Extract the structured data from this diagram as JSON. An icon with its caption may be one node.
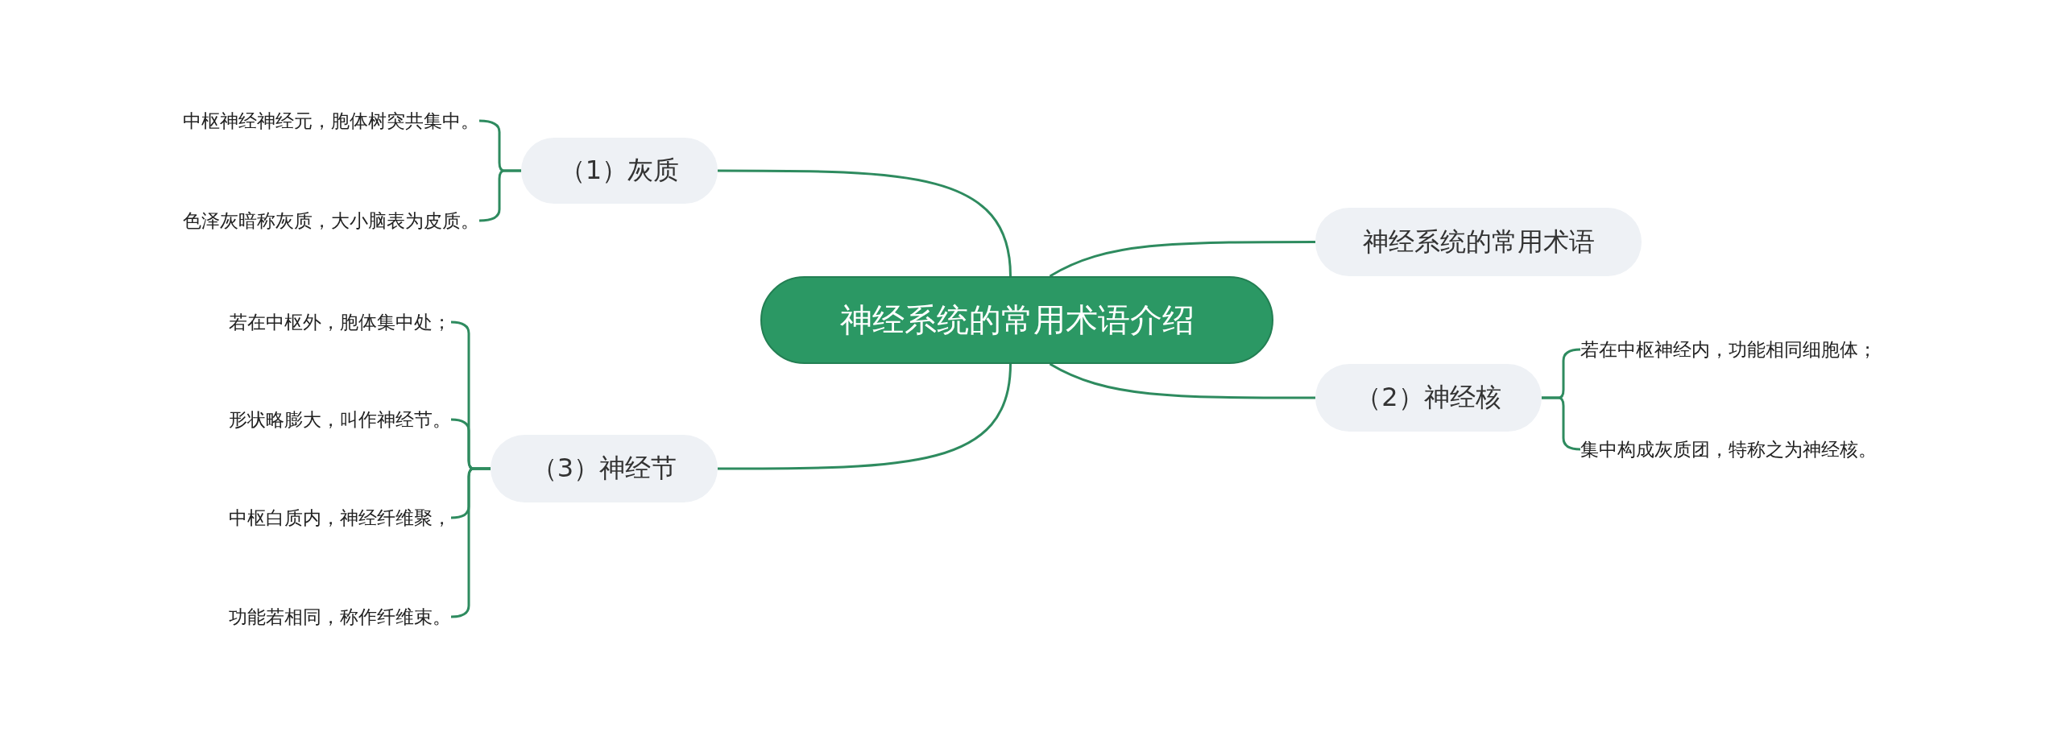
{
  "diagram": {
    "nodes": [
      {
        "text": [
          "神经系统的常用术语介绍"
        ]
      },
      {
        "text": [
          "（1）灰质"
        ]
      },
      {
        "text": [
          "中枢神经神经元，胞体树突共集中。"
        ]
      },
      {
        "text": [
          "色泽灰暗称灰质，大小脑表为皮质。"
        ]
      },
      {
        "text": [
          "神经系统的常用术语"
        ]
      },
      {
        "text": [
          "（2）神经核"
        ]
      },
      {
        "text": [
          "若在中枢神经内，功能相同细胞体；"
        ]
      },
      {
        "text": [
          "集中构成灰质团，特称之为神经核。"
        ]
      },
      {
        "text": [
          "（3）神经节"
        ]
      },
      {
        "text": [
          "若在中枢外，胞体集中处；"
        ]
      },
      {
        "text": [
          "形状略膨大，叫作神经节。"
        ]
      },
      {
        "text": [
          "中枢白质内，神经纤维聚，"
        ]
      },
      {
        "text": [
          "功能若相同，称作纤维束。"
        ]
      }
    ],
    "edges": [
      {
        "from": 0,
        "to": 1,
        "arrow": "none"
      },
      {
        "from": 0,
        "to": 4,
        "arrow": "none"
      },
      {
        "from": 0,
        "to": 5,
        "arrow": "none"
      },
      {
        "from": 0,
        "to": 8,
        "arrow": "none"
      },
      {
        "from": 1,
        "to": 2,
        "arrow": "none"
      },
      {
        "from": 1,
        "to": 3,
        "arrow": "none"
      },
      {
        "from": 5,
        "to": 6,
        "arrow": "none"
      },
      {
        "from": 5,
        "to": 7,
        "arrow": "none"
      },
      {
        "from": 8,
        "to": 9,
        "arrow": "none"
      },
      {
        "from": 8,
        "to": 10,
        "arrow": "none"
      },
      {
        "from": 8,
        "to": 11,
        "arrow": "none"
      },
      {
        "from": 8,
        "to": 12,
        "arrow": "none"
      }
    ]
  }
}
